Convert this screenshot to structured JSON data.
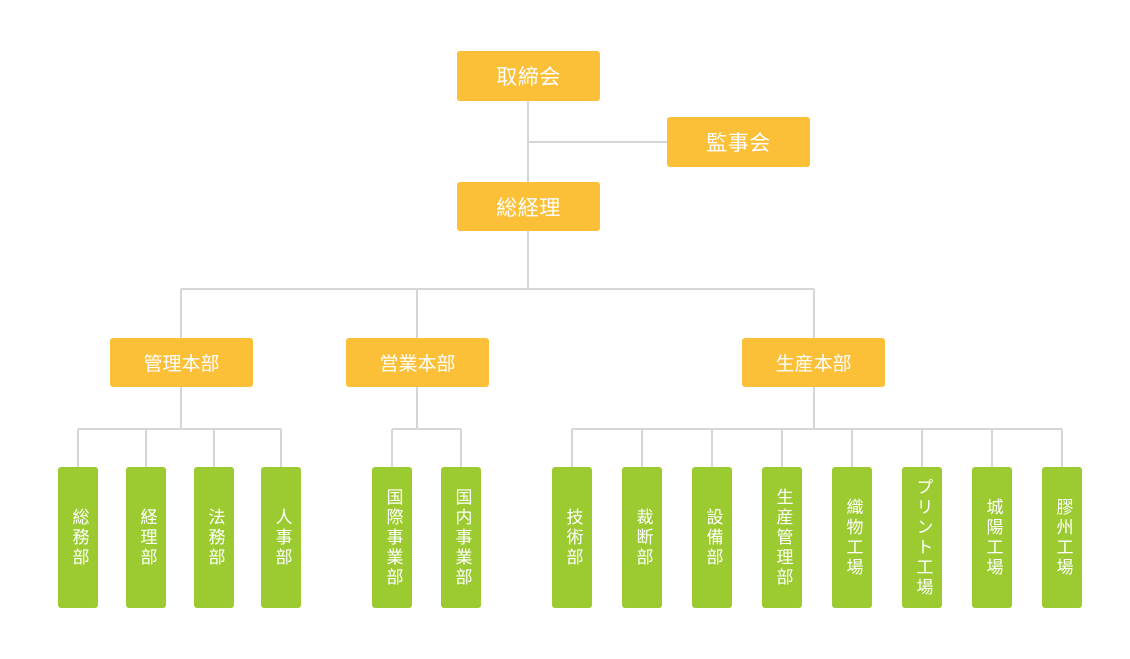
{
  "colors": {
    "upper_node": "#fbbf38",
    "department_node": "#9bcb30",
    "connector": "#d6d6d6",
    "text": "#ffffff"
  },
  "board": {
    "label": "取締会"
  },
  "auditors": {
    "label": "監事会"
  },
  "general_manager": {
    "label": "総経理"
  },
  "divisions": [
    {
      "label": "管理本部",
      "departments": [
        {
          "label": "総務部"
        },
        {
          "label": "経理部"
        },
        {
          "label": "法務部"
        },
        {
          "label": "人事部"
        }
      ]
    },
    {
      "label": "営業本部",
      "departments": [
        {
          "label": "国際事業部"
        },
        {
          "label": "国内事業部"
        }
      ]
    },
    {
      "label": "生産本部",
      "departments": [
        {
          "label": "技術部"
        },
        {
          "label": "裁断部"
        },
        {
          "label": "設備部"
        },
        {
          "label": "生産管理部"
        },
        {
          "label": "織物工場"
        },
        {
          "label": "プリント工場"
        },
        {
          "label": "城陽工場"
        },
        {
          "label": "膠州工場"
        }
      ]
    }
  ]
}
